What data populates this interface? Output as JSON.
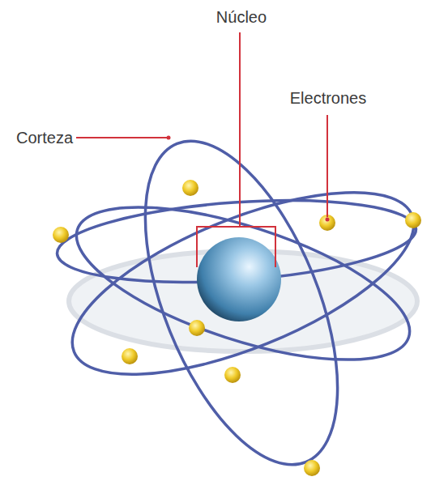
{
  "diagram": {
    "labels": [
      "Núcleo",
      "Corteza",
      "Electrones"
    ]
  }
}
